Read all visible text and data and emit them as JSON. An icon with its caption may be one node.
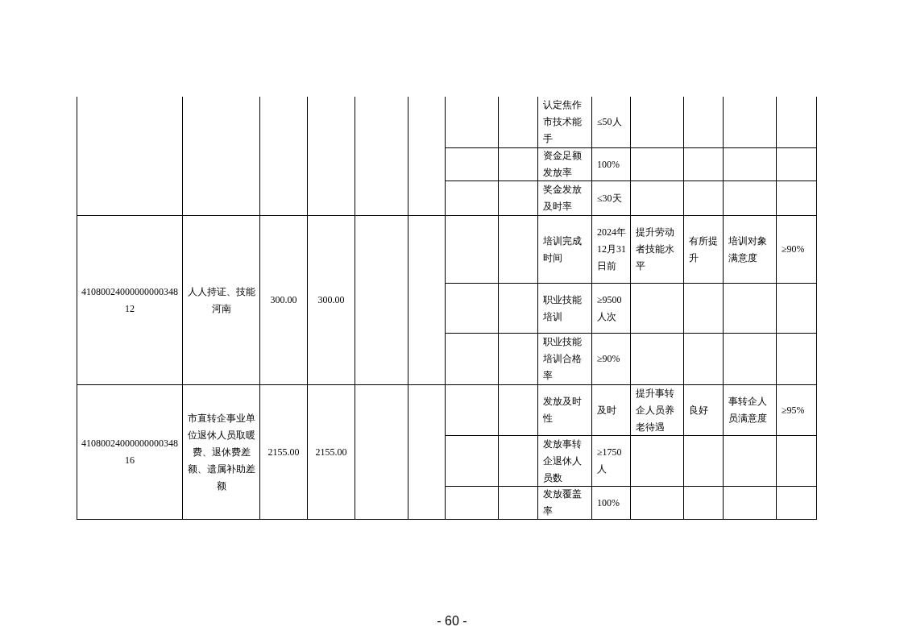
{
  "diagram": {
    "labels": [
      "认定焦作市技术能手",
      "≤50人",
      "资金足额发放率",
      "100%",
      "奖金发放及时率",
      "≤30天",
      "4108002400000000034812",
      "人人持证、技能河南",
      "300.00",
      "300.00",
      "培训完成时间",
      "2024年12月31日前",
      "提升劳动者技能水平",
      "有所提升",
      "培训对象满意度",
      "≥90%",
      "职业技能培训",
      "≥9500人次",
      "职业技能培训合格率",
      "≥90%",
      "4108002400000000034816",
      "市直转企事业单位退休人员取暖费、退休费差额、遗属补助差额",
      "2155.00",
      "2155.00",
      "发放及时性",
      "及时",
      "提升事转企人员养老待遇",
      "良好",
      "事转企人员满意度",
      "≥95%",
      "发放事转企退休人员数",
      "≥1750人",
      "发放覆盖率",
      "100%",
      "- 60 -"
    ]
  }
}
